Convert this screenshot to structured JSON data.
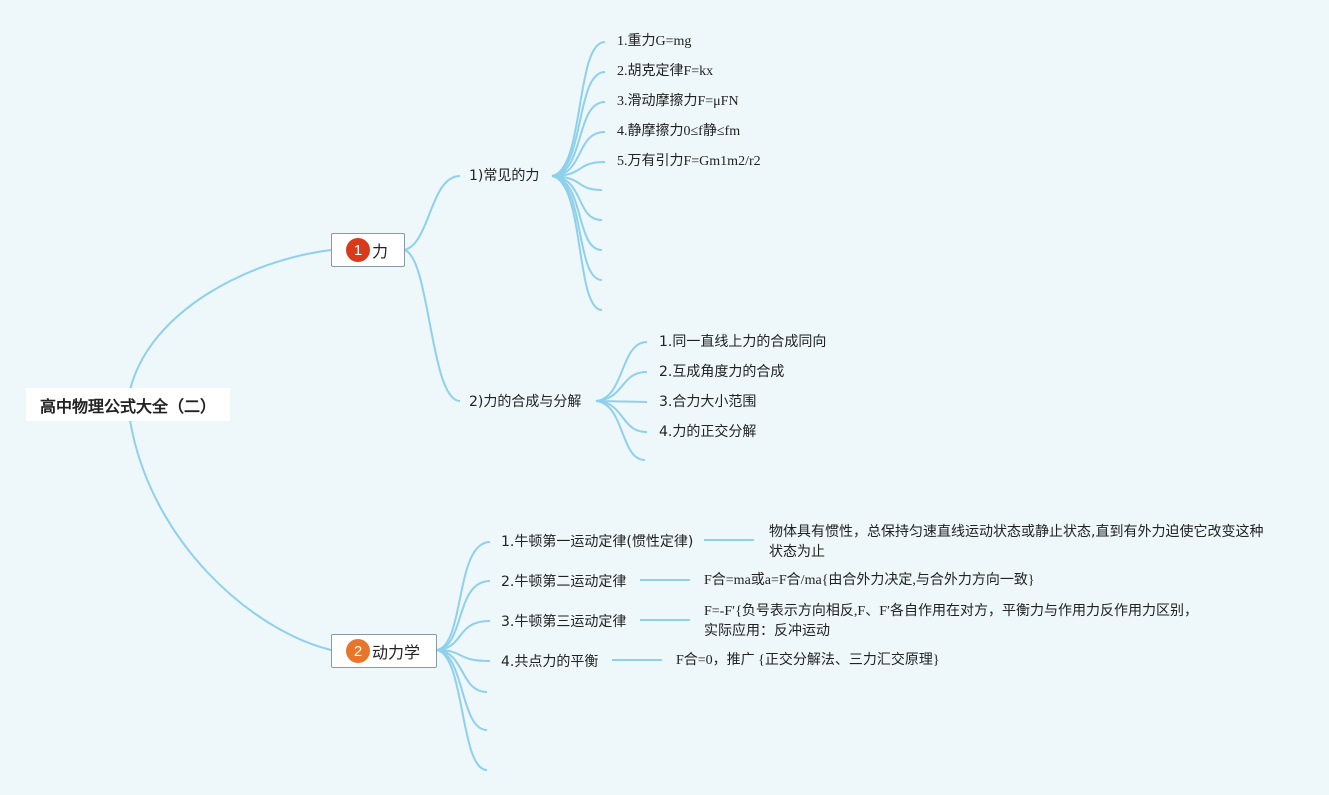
{
  "root": {
    "label": "高中物理公式大全（二）"
  },
  "branch1": {
    "num": "1",
    "label": "力",
    "badge_color": "#d93a1b",
    "sub1": {
      "label": "1)常见的力",
      "items": [
        "1.重力G=mg",
        "2.胡克定律F=kx",
        "3.滑动摩擦力F=μFN",
        "4.静摩擦力0≤f静≤fm",
        "5.万有引力F=Gm1m2/r2"
      ]
    },
    "sub2": {
      "label": "2)力的合成与分解",
      "items": [
        "1.同一直线上力的合成同向",
        "2.互成角度力的合成",
        "3.合力大小范围",
        "4.力的正交分解"
      ]
    }
  },
  "branch2": {
    "num": "2",
    "label": "动力学",
    "badge_color": "#e8762a",
    "laws": [
      {
        "label": "1.牛顿第一运动定律(惯性定律)",
        "desc": "物体具有惯性，总保持匀速直线运动状态或静止状态,直到有外力迫使它改变这种状态为止"
      },
      {
        "label": "2.牛顿第二运动定律",
        "desc": "F合=ma或a=F合/ma{由合外力决定,与合外力方向一致}"
      },
      {
        "label": "3.牛顿第三运动定律",
        "desc": "F=-F′{负号表示方向相反,F、F′各自作用在对方，平衡力与作用力反作用力区别，实际应用：反冲运动"
      },
      {
        "label": "4.共点力的平衡",
        "desc": "F合=0，推广 {正交分解法、三力汇交原理}"
      }
    ]
  },
  "colors": {
    "line": "#8fd0ec",
    "background": "#eef7fa"
  }
}
